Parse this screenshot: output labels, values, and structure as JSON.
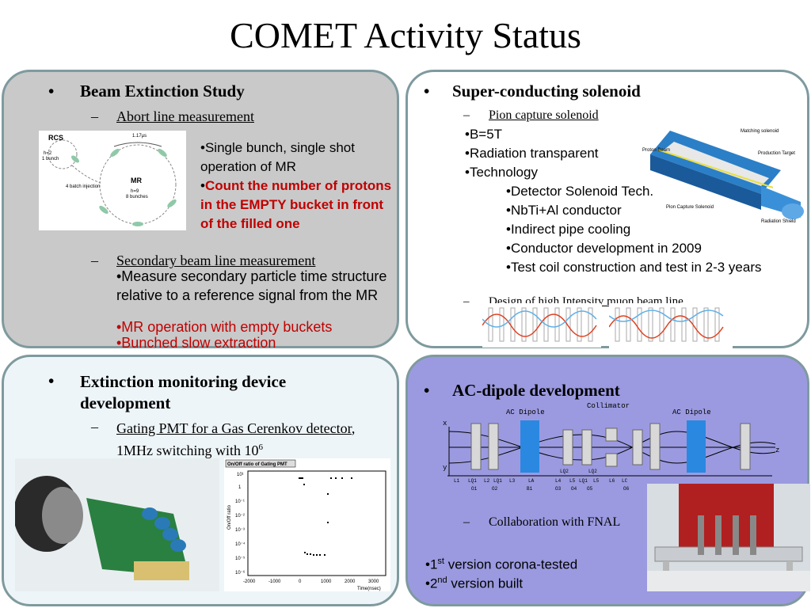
{
  "title": "COMET Activity Status",
  "beam": {
    "heading": "Beam Extinction Study",
    "sub1": "Abort line measurement",
    "diagram": {
      "rcs": "RCS",
      "h2": "h=2",
      "bunch1": "1 bunch",
      "mr": "MR",
      "h9": "h=9",
      "bunches8": "8 bunches",
      "batch": "4 batch injection",
      "time": "1.17μs"
    },
    "b1": "•Single bunch, single shot operation of MR",
    "b2_prefix": "•",
    "b2": "Count the number of protons in the EMPTY bucket in front of the filled one",
    "sub2": "Secondary beam line measurement",
    "s1": "•Measure secondary particle time structure relative to a reference signal from the MR",
    "s2": "•MR operation with empty buckets",
    "s3": "•Bunched slow extraction"
  },
  "solenoid": {
    "heading": "Super-conducting solenoid",
    "sub1": "Pion capture solenoid",
    "i1": "•B=5T",
    "i2": "•Radiation transparent",
    "i3": "•Technology",
    "t1": "•Detector Solenoid Tech.",
    "t2": "•NbTi+Al conductor",
    "t3": "•Indirect pipe cooling",
    "t4": "•Conductor development in 2009",
    "t5": "•Test coil construction and test in 2-3 years",
    "sub2": "Design of high Intensity muon beam line",
    "labels": {
      "matching": "Matching solenoid",
      "target": "Production Target",
      "beam": "Proton Beam",
      "capture": "Pion Capture Solenoid",
      "shield": "Radiation Shield"
    }
  },
  "extinction": {
    "heading": "Extinction monitoring device development",
    "sub_u": "Gating PMT for a Gas Cerenkov detector",
    "sub_rest": ", 1MHz switching with 10",
    "sub_sup": "6",
    "plot_title": "On/Off ratio of Gating PMT",
    "ylabel": "On/Off ratio",
    "xlabel": "Time(nsec)",
    "xticks": [
      "-2000",
      "-1000",
      "0",
      "1000",
      "2000",
      "3000"
    ],
    "yticks": [
      "10¹",
      "1",
      "10⁻¹",
      "10⁻²",
      "10⁻³",
      "10⁻⁴",
      "10⁻⁵",
      "10⁻⁶"
    ]
  },
  "dipole": {
    "heading": "AC-dipole development",
    "diag": {
      "ac1": "AC Dipole",
      "coll": "Collimator",
      "ac2": "AC Dipole",
      "x": "x",
      "y": "y",
      "z": "z",
      "mags": [
        "L1",
        "LQ1",
        "L2",
        "LQ1",
        "L3",
        "LA",
        "L4",
        "L5",
        "LQ1",
        "L5",
        "L6",
        "LC"
      ],
      "quads": [
        "Q1",
        "Q2",
        "B1",
        "Q3",
        "Q4",
        "Q5",
        "Q6"
      ],
      "lq2a": "LQ2",
      "lq2b": "LQ2"
    },
    "collab": "Collaboration with FNAL",
    "v1_pre": "•1",
    "v1_sup": "st",
    "v1_post": " version corona-tested",
    "v2_pre": "•2",
    "v2_sup": "nd",
    "v2_post": " version built"
  }
}
